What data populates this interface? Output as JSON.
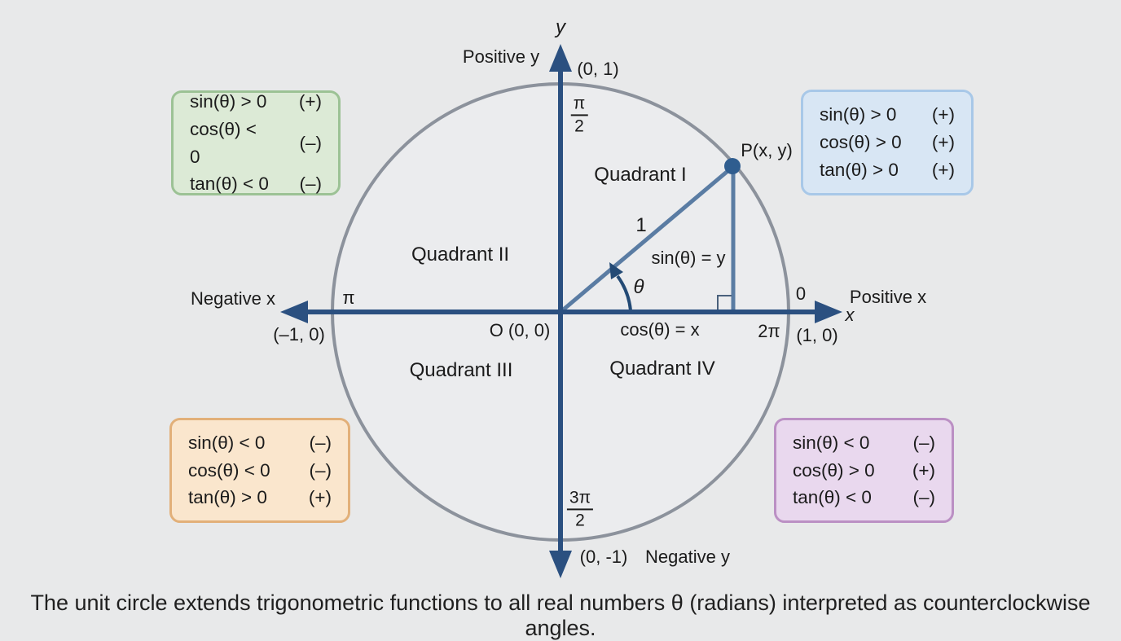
{
  "colors": {
    "background": "#e8e9ea",
    "axis": "#2b5080",
    "circle_stroke": "#8c929c",
    "radius_line": "#5a7ca3",
    "point_fill": "#2f5d8f",
    "text": "#1b1b1b",
    "box_green_bg": "#dcead6",
    "box_blue_bg": "#d8e6f4",
    "box_orange_bg": "#fae6cd",
    "box_purple_bg": "#e9d8ee"
  },
  "labels": {
    "y_axis_letter": "y",
    "positive_y": "Positive y",
    "coord_top": "(0, 1)",
    "frac_top_num": "π",
    "frac_top_den": "2",
    "negative_x": "Negative x",
    "pi_left": "π",
    "coord_left": "(–1, 0)",
    "origin": "O (0, 0)",
    "zero_right": "0",
    "two_pi": "2π",
    "coord_right": "(1, 0)",
    "positive_x": "Positive x",
    "x_axis_letter": "x",
    "frac_bottom_num": "3π",
    "frac_bottom_den": "2",
    "coord_bottom": "(0, -1)",
    "negative_y": "Negative y",
    "point_label": "P(x, y)",
    "radius_one": "1",
    "theta": "θ",
    "sin_equation": "sin(θ) = y",
    "cos_equation": "cos(θ) = x"
  },
  "quadrants": {
    "q1": "Quadrant I",
    "q2": "Quadrant II",
    "q3": "Quadrant III",
    "q4": "Quadrant IV"
  },
  "sign_boxes": {
    "top_left": {
      "rows": [
        {
          "expr": "sin(θ) > 0",
          "sign": "(+)"
        },
        {
          "expr": "cos(θ) < 0",
          "sign": "(–)"
        },
        {
          "expr": "tan(θ) < 0",
          "sign": "(–)"
        }
      ]
    },
    "top_right": {
      "rows": [
        {
          "expr": "sin(θ) > 0",
          "sign": "(+)"
        },
        {
          "expr": "cos(θ) > 0",
          "sign": "(+)"
        },
        {
          "expr": "tan(θ) > 0",
          "sign": "(+)"
        }
      ]
    },
    "bottom_left": {
      "rows": [
        {
          "expr": "sin(θ) < 0",
          "sign": "(–)"
        },
        {
          "expr": "cos(θ) < 0",
          "sign": "(–)"
        },
        {
          "expr": "tan(θ) > 0",
          "sign": "(+)"
        }
      ]
    },
    "bottom_right": {
      "rows": [
        {
          "expr": "sin(θ) < 0",
          "sign": "(–)"
        },
        {
          "expr": "cos(θ) > 0",
          "sign": "(+)"
        },
        {
          "expr": "tan(θ) < 0",
          "sign": "(–)"
        }
      ]
    }
  },
  "caption": "The unit circle extends trigonometric functions to all real numbers θ (radians) interpreted as counterclockwise angles."
}
